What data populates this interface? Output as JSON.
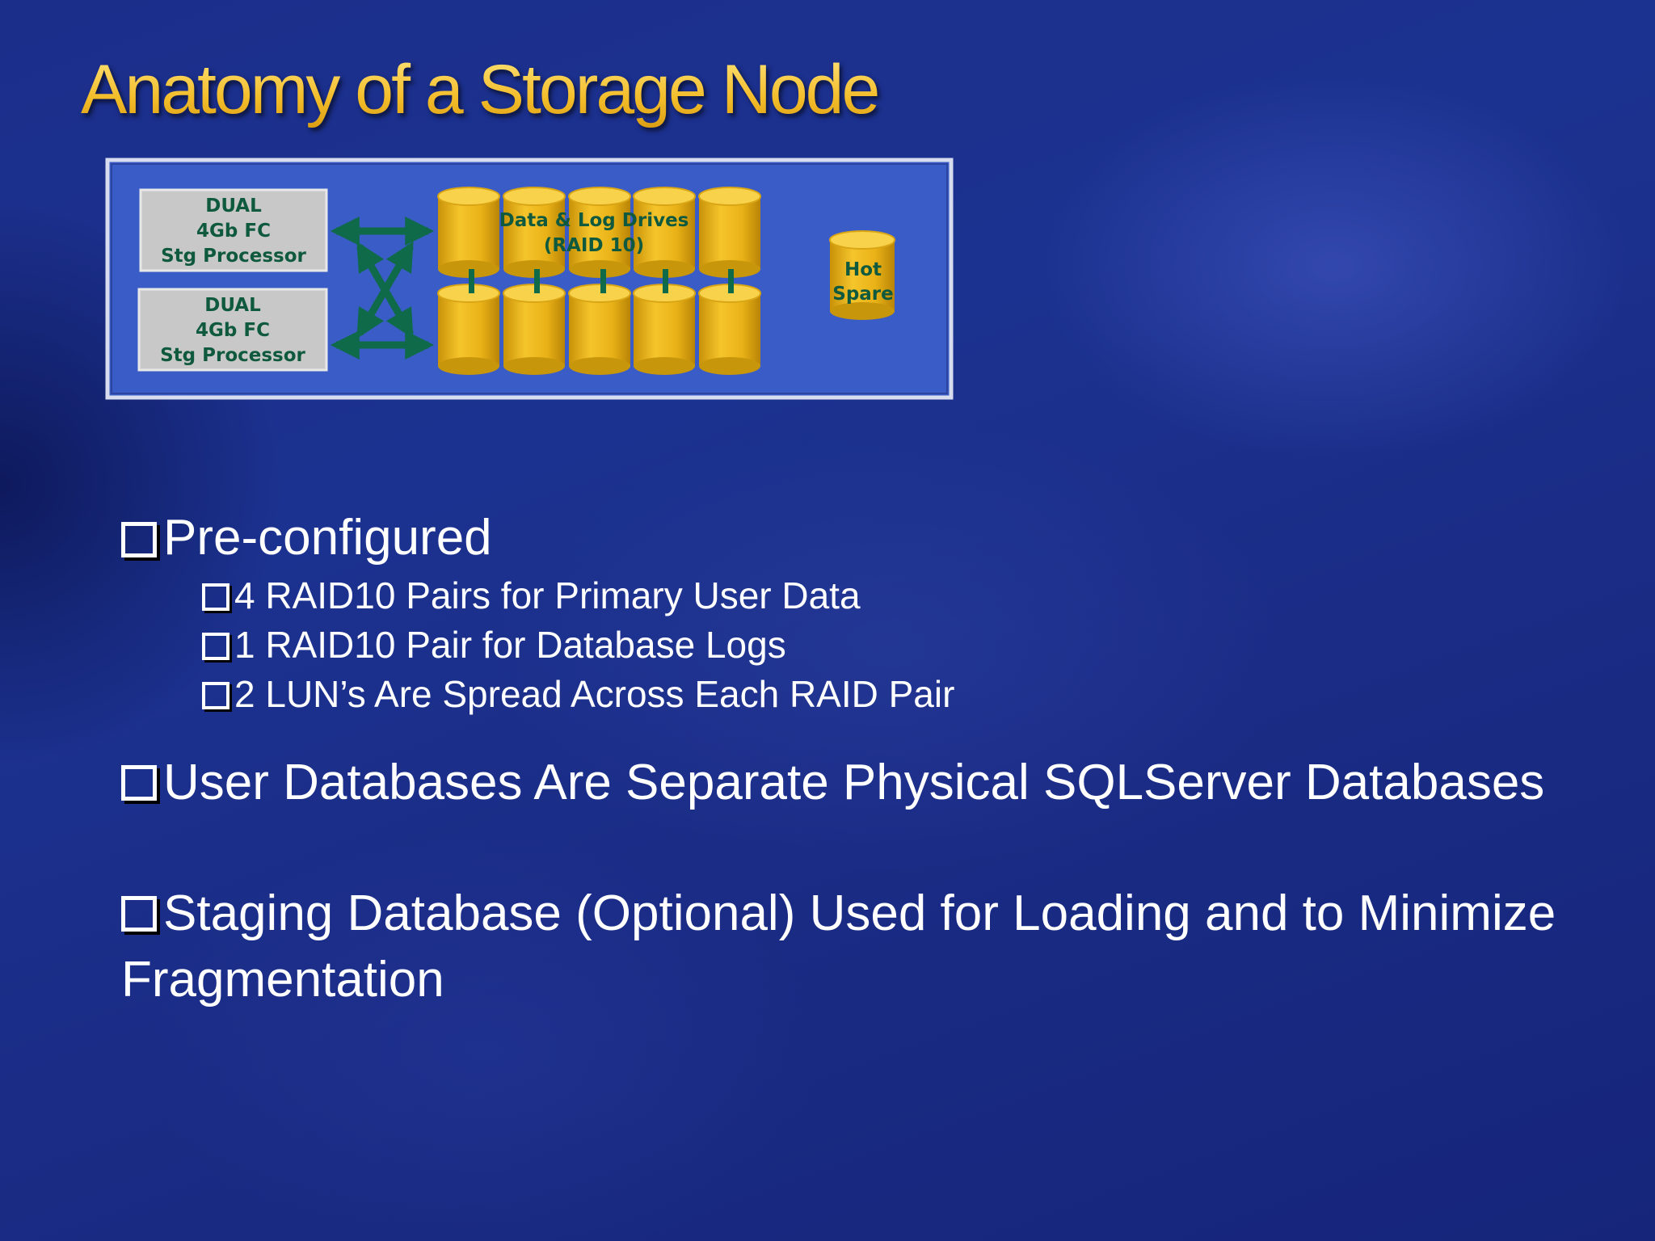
{
  "slide": {
    "title": "Anatomy of a Storage Node"
  },
  "diagram": {
    "processor_top": [
      "DUAL",
      "4Gb FC",
      "Stg Processor"
    ],
    "processor_bottom": [
      "DUAL",
      "4Gb FC",
      "Stg Processor"
    ],
    "drives_label": [
      "Data & Log Drives",
      "(RAID 10)"
    ],
    "hot_spare": [
      "Hot",
      "Spare"
    ],
    "colors": {
      "panel": "#3a5cc7",
      "drive": "#e8b21a",
      "processor": "#c8c8c8",
      "arrow": "#0f6a4a"
    }
  },
  "bullets": [
    {
      "text": "Pre-configured",
      "sub": [
        "4 RAID10 Pairs for Primary User Data",
        "1 RAID10 Pair for Database Logs",
        "2 LUN’s Are Spread Across Each RAID Pair"
      ]
    },
    {
      "text": "User Databases Are Separate Physical SQLServer Databases",
      "sub": []
    },
    {
      "text": "Staging Database (Optional) Used for Loading and to Minimize Fragmentation",
      "sub": []
    }
  ]
}
